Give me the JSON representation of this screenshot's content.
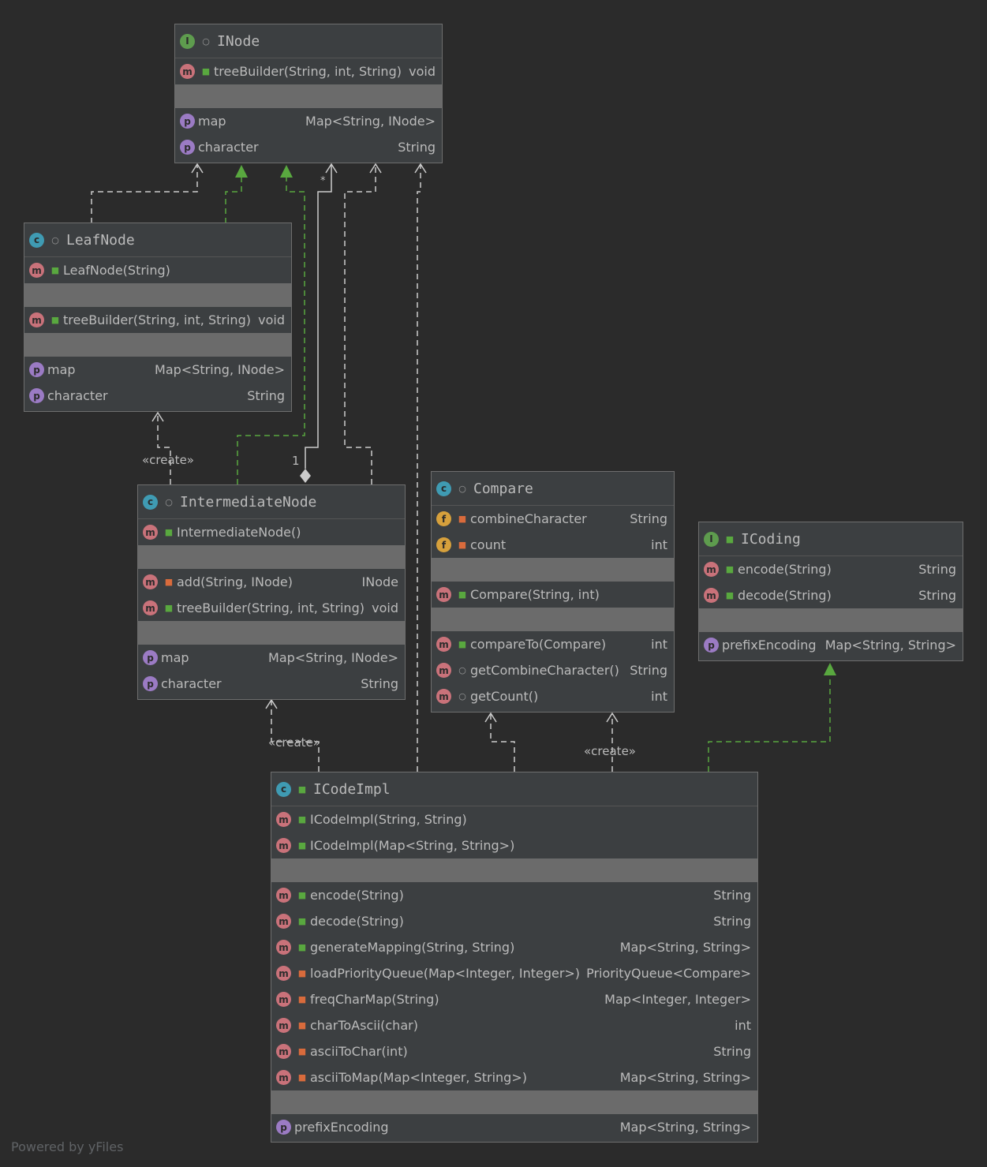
{
  "colors": {
    "background": "#2b2b2b",
    "box": "#3c3f41",
    "separator": "#6b6b6b",
    "realization": "#59a83f",
    "dependency": "#cccccc"
  },
  "nodes": {
    "inode": {
      "kind": "I",
      "title": "INode",
      "methods": [
        {
          "icon": "m",
          "name": "treeBuilder(String, int, String)",
          "type": "void"
        }
      ],
      "props": [
        {
          "icon": "p",
          "name": "map",
          "type": "Map<String, INode>"
        },
        {
          "icon": "p",
          "name": "character",
          "type": "String"
        }
      ]
    },
    "leaf": {
      "kind": "C",
      "title": "LeafNode",
      "ctors": [
        {
          "icon": "m",
          "name": "LeafNode(String)",
          "type": ""
        }
      ],
      "methods": [
        {
          "icon": "m",
          "name": "treeBuilder(String, int, String)",
          "type": "void"
        }
      ],
      "props": [
        {
          "icon": "p",
          "name": "map",
          "type": "Map<String, INode>"
        },
        {
          "icon": "p",
          "name": "character",
          "type": "String"
        }
      ]
    },
    "inter": {
      "kind": "C",
      "title": "IntermediateNode",
      "ctors": [
        {
          "icon": "m",
          "name": "IntermediateNode()",
          "type": ""
        }
      ],
      "methods": [
        {
          "icon": "m",
          "name": "add(String, INode)",
          "type": "INode"
        },
        {
          "icon": "m",
          "name": "treeBuilder(String, int, String)",
          "type": "void"
        }
      ],
      "props": [
        {
          "icon": "p",
          "name": "map",
          "type": "Map<String, INode>"
        },
        {
          "icon": "p",
          "name": "character",
          "type": "String"
        }
      ]
    },
    "compare": {
      "kind": "C",
      "title": "Compare",
      "fields": [
        {
          "icon": "f",
          "name": "combineCharacter",
          "type": "String"
        },
        {
          "icon": "f",
          "name": "count",
          "type": "int"
        }
      ],
      "ctors": [
        {
          "icon": "m",
          "name": "Compare(String, int)",
          "type": ""
        }
      ],
      "methods": [
        {
          "icon": "m",
          "name": "compareTo(Compare)",
          "type": "int"
        },
        {
          "icon": "m",
          "name": "getCombineCharacter()",
          "type": "String"
        },
        {
          "icon": "m",
          "name": "getCount()",
          "type": "int"
        }
      ]
    },
    "icoding": {
      "kind": "I",
      "title": "ICoding",
      "methods": [
        {
          "icon": "m",
          "name": "encode(String)",
          "type": "String"
        },
        {
          "icon": "m",
          "name": "decode(String)",
          "type": "String"
        }
      ],
      "props": [
        {
          "icon": "p",
          "name": "prefixEncoding",
          "type": "Map<String, String>"
        }
      ]
    },
    "icodeimpl": {
      "kind": "C",
      "title": "ICodeImpl",
      "ctors": [
        {
          "icon": "m",
          "name": "ICodeImpl(String, String)",
          "type": ""
        },
        {
          "icon": "m",
          "name": "ICodeImpl(Map<String, String>)",
          "type": ""
        }
      ],
      "methods": [
        {
          "icon": "m",
          "name": "encode(String)",
          "type": "String"
        },
        {
          "icon": "m",
          "name": "decode(String)",
          "type": "String"
        },
        {
          "icon": "m",
          "name": "generateMapping(String, String)",
          "type": "Map<String, String>"
        },
        {
          "icon": "m",
          "name": "loadPriorityQueue(Map<Integer, Integer>)",
          "type": "PriorityQueue<Compare>"
        },
        {
          "icon": "m",
          "name": "freqCharMap(String)",
          "type": "Map<Integer, Integer>"
        },
        {
          "icon": "m",
          "name": "charToAscii(char)",
          "type": "int"
        },
        {
          "icon": "m",
          "name": "asciiToChar(int)",
          "type": "String"
        },
        {
          "icon": "m",
          "name": "asciiToMap(Map<Integer, String>)",
          "type": "Map<String, String>"
        }
      ],
      "props": [
        {
          "icon": "p",
          "name": "prefixEncoding",
          "type": "Map<String, String>"
        }
      ]
    }
  },
  "edge_labels": {
    "create1": "«create»",
    "create2": "«create»",
    "create3": "«create»",
    "mult_star": "*",
    "mult_one": "1"
  },
  "footer": "Powered by yFiles"
}
